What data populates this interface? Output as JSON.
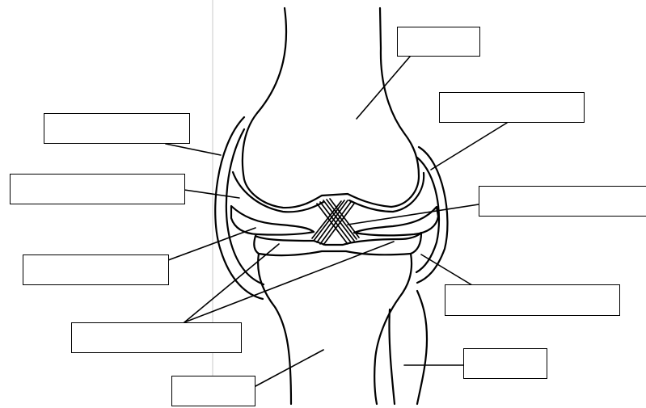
{
  "diagram": {
    "kind": "knee joint labeling worksheet",
    "line_color": "#000000",
    "background_color": "#ffffff",
    "label_boxes": [
      {
        "id": "femur",
        "text": ""
      },
      {
        "id": "joint-capsule",
        "text": ""
      },
      {
        "id": "synovial-membrane",
        "text": ""
      },
      {
        "id": "articular-cartilage-upper",
        "text": ""
      },
      {
        "id": "cruciate-ligaments",
        "text": ""
      },
      {
        "id": "synovial-fluid",
        "text": ""
      },
      {
        "id": "menisci",
        "text": ""
      },
      {
        "id": "articular-cartilage-lower",
        "text": ""
      },
      {
        "id": "tibia",
        "text": ""
      },
      {
        "id": "fibula",
        "text": ""
      }
    ]
  }
}
